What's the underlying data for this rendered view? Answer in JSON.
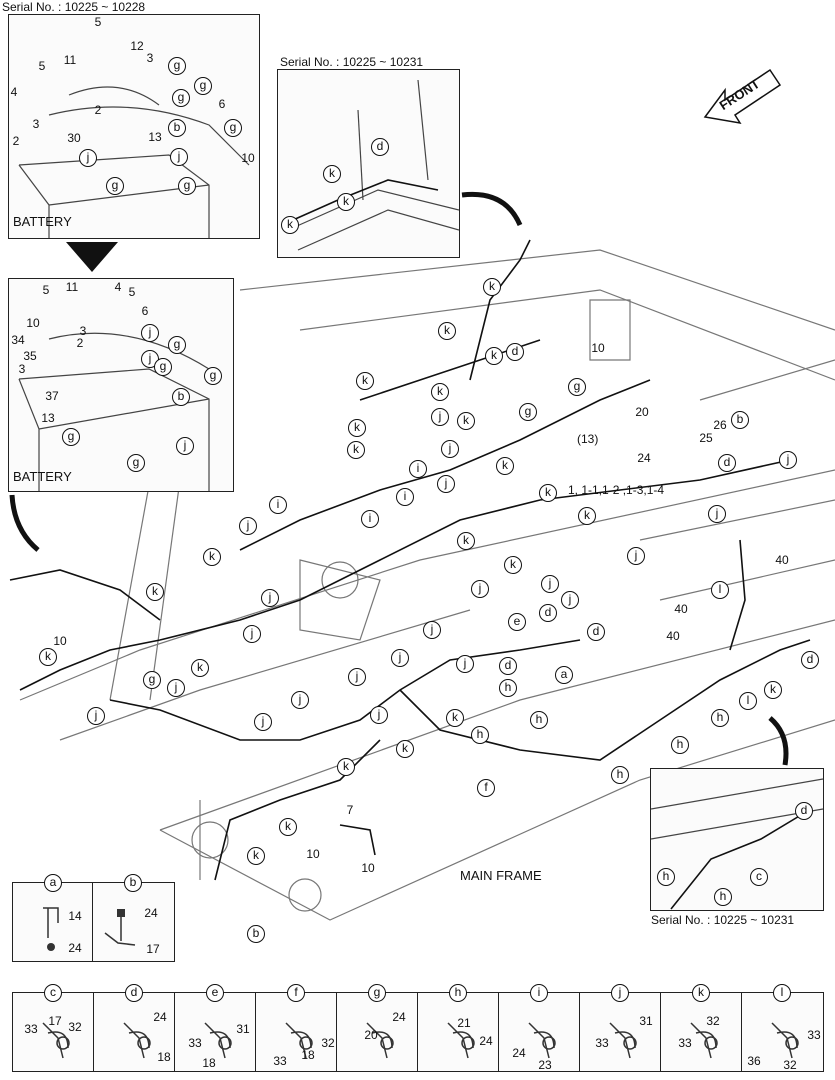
{
  "insets": {
    "top_left": {
      "title": "Serial No. : 10225 ~ 10228",
      "label": "BATTERY"
    },
    "mid_left": {
      "label": "BATTERY"
    },
    "top_center": {
      "title": "Serial No. : 10225 ~ 10231"
    },
    "bottom_right": {
      "title": "Serial No. : 10225 ~ 10231"
    }
  },
  "front_label": "FRONT",
  "main_frame_label": "MAIN FRAME",
  "harness_label": "1, 1-1,1-2 ,1-3,1-4",
  "harness_ref": "(13)",
  "callouts": [
    "5",
    "12",
    "3",
    "5",
    "11",
    "4",
    "2",
    "3",
    "2",
    "30",
    "13",
    "10",
    "6",
    "g",
    "g",
    "g",
    "g",
    "b",
    "j",
    "j",
    "g",
    "g",
    "5",
    "11",
    "4",
    "5",
    "6",
    "10",
    "34",
    "2",
    "3",
    "35",
    "3",
    "37",
    "13",
    "j",
    "g",
    "j",
    "g",
    "g",
    "b",
    "g",
    "g",
    "j",
    "d",
    "k",
    "k",
    "k",
    "k",
    "k",
    "d",
    "k",
    "10",
    "k",
    "k",
    "g",
    "g",
    "k",
    "j",
    "k",
    "k",
    "j",
    "20",
    "b",
    "26",
    "25",
    "24",
    "d",
    "j",
    "k",
    "i",
    "j",
    "k",
    "i",
    "i",
    "i",
    "j",
    "k",
    "j",
    "j",
    "k",
    "k",
    "40",
    "k",
    "j",
    "j",
    "j",
    "j",
    "l",
    "k",
    "d",
    "d",
    "e",
    "40",
    "40",
    "j",
    "10",
    "k",
    "k",
    "j",
    "g",
    "a",
    "d",
    "j",
    "j",
    "j",
    "h",
    "k",
    "d",
    "l",
    "h",
    "j",
    "j",
    "j",
    "j",
    "j",
    "k",
    "h",
    "k",
    "h",
    "h",
    "k",
    "h",
    "f",
    "7",
    "k",
    "k",
    "10",
    "10",
    "b",
    "d",
    "c",
    "h",
    "h"
  ],
  "details_top": [
    {
      "letter": "a",
      "parts": [
        "14",
        "24"
      ]
    },
    {
      "letter": "b",
      "parts": [
        "24",
        "17"
      ]
    }
  ],
  "details_bottom": [
    {
      "letter": "c",
      "parts": [
        "33",
        "17",
        "32"
      ]
    },
    {
      "letter": "d",
      "parts": [
        "24",
        "18"
      ]
    },
    {
      "letter": "e",
      "parts": [
        "33",
        "31",
        "18"
      ]
    },
    {
      "letter": "f",
      "parts": [
        "33",
        "18",
        "32"
      ]
    },
    {
      "letter": "g",
      "parts": [
        "20",
        "24"
      ]
    },
    {
      "letter": "h",
      "parts": [
        "21",
        "24"
      ]
    },
    {
      "letter": "i",
      "parts": [
        "24",
        "23"
      ]
    },
    {
      "letter": "j",
      "parts": [
        "33",
        "31"
      ]
    },
    {
      "letter": "k",
      "parts": [
        "33",
        "32"
      ]
    },
    {
      "letter": "l",
      "parts": [
        "33",
        "36",
        "32"
      ]
    }
  ]
}
